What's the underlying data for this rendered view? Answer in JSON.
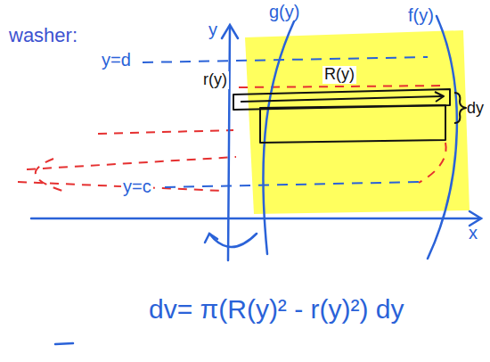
{
  "diagram": {
    "labels": [
      "washer:",
      "y",
      "g(y)",
      "f(y)",
      "y=d",
      "r(y)",
      "R(y)",
      "dy",
      "y=c",
      "x",
      "dv= π(R(y)² - r(y)²) dy"
    ]
  }
}
